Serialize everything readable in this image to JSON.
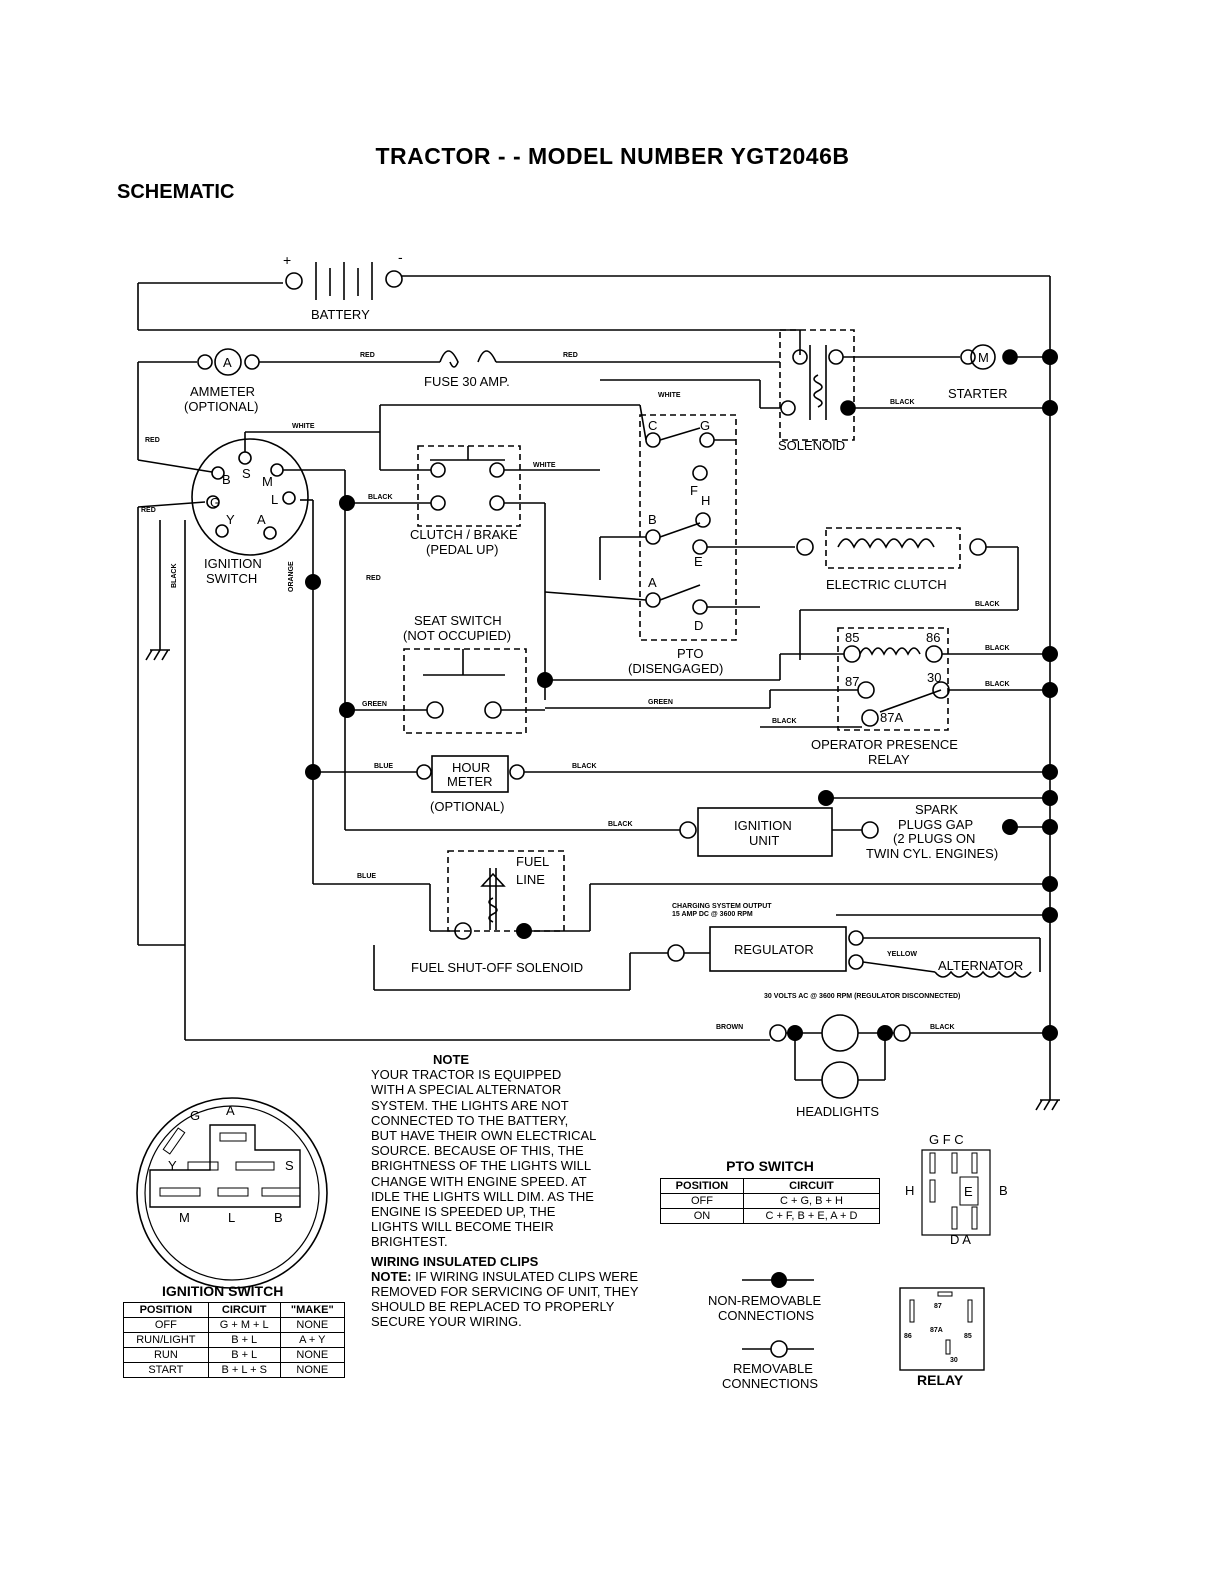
{
  "title": "TRACTOR - - MODEL NUMBER YGT2046B",
  "subtitle": "SCHEMATIC",
  "components": {
    "battery": "BATTERY",
    "battery_plus": "+",
    "battery_minus": "-",
    "ammeter_symbol": "A",
    "ammeter": "AMMETER",
    "ammeter_opt": "(OPTIONAL)",
    "fuse": "FUSE 30 AMP.",
    "starter_symbol": "M",
    "starter": "STARTER",
    "solenoid": "SOLENOID",
    "ignition_switch_1": "IGNITION",
    "ignition_switch_2": "SWITCH",
    "clutch_brake_1": "CLUTCH / BRAKE",
    "clutch_brake_2": "(PEDAL UP)",
    "seat_switch_1": "SEAT SWITCH",
    "seat_switch_2": "(NOT OCCUPIED)",
    "pto_1": "PTO",
    "pto_2": "(DISENGAGED)",
    "electric_clutch": "ELECTRIC CLUTCH",
    "relay_1": "OPERATOR PRESENCE",
    "relay_2": "RELAY",
    "hour_meter_1": "HOUR",
    "hour_meter_2": "METER",
    "hour_meter_opt": "(OPTIONAL)",
    "ignition_unit_1": "IGNITION",
    "ignition_unit_2": "UNIT",
    "spark_1": "SPARK",
    "spark_2": "PLUGS GAP",
    "spark_3": "(2 PLUGS ON",
    "spark_4": "TWIN CYL. ENGINES)",
    "fuel_line_1": "FUEL",
    "fuel_line_2": "LINE",
    "fuel_solenoid": "FUEL SHUT-OFF SOLENOID",
    "charging_1": "CHARGING SYSTEM OUTPUT",
    "charging_2": "15 AMP DC @ 3600 RPM",
    "regulator": "REGULATOR",
    "alternator": "ALTERNATOR",
    "alternator_note": "30 VOLTS AC @ 3600 RPM (REGULATOR DISCONNECTED)",
    "headlights": "HEADLIGHTS"
  },
  "wires": {
    "red": "RED",
    "white": "WHITE",
    "black": "BLACK",
    "green": "GREEN",
    "blue": "BLUE",
    "orange": "ORANGE",
    "yellow": "YELLOW",
    "brown": "BROWN"
  },
  "terminals": {
    "ign": [
      "B",
      "S",
      "M",
      "G",
      "L",
      "Y",
      "A"
    ],
    "pto": [
      "C",
      "G",
      "F",
      "H",
      "B",
      "E",
      "A",
      "D"
    ],
    "relay": [
      "85",
      "86",
      "87",
      "30",
      "87A"
    ]
  },
  "note": {
    "heading": "NOTE",
    "body": "YOUR TRACTOR IS EQUIPPED WITH A SPECIAL ALTERNATOR SYSTEM. THE LIGHTS ARE NOT CONNECTED TO THE BATTERY, BUT HAVE THEIR OWN ELECTRICAL SOURCE. BECAUSE OF THIS, THE BRIGHTNESS OF THE LIGHTS WILL CHANGE WITH ENGINE SPEED. AT IDLE THE LIGHTS WILL DIM. AS THE ENGINE IS SPEEDED UP, THE LIGHTS WILL BECOME THEIR BRIGHTEST.",
    "clips_heading": "WIRING INSULATED CLIPS",
    "clips_prefix": "NOTE:",
    "clips_body": "IF WIRING INSULATED CLIPS WERE REMOVED FOR SERVICING OF UNIT, THEY SHOULD BE REPLACED TO PROPERLY SECURE YOUR WIRING."
  },
  "ignition_switch_face": {
    "letters": [
      "G",
      "A",
      "Y",
      "S",
      "M",
      "L",
      "B"
    ],
    "label": "IGNITION SWITCH"
  },
  "ignition_table": {
    "headers": [
      "POSITION",
      "CIRCUIT",
      "\"MAKE\""
    ],
    "rows": [
      [
        "OFF",
        "G + M + L",
        "NONE"
      ],
      [
        "RUN/LIGHT",
        "B + L",
        "A + Y"
      ],
      [
        "RUN",
        "B + L",
        "NONE"
      ],
      [
        "START",
        "B + L + S",
        "NONE"
      ]
    ]
  },
  "pto_table": {
    "title": "PTO SWITCH",
    "headers": [
      "POSITION",
      "CIRCUIT"
    ],
    "rows": [
      [
        "OFF",
        "C + G, B + H"
      ],
      [
        "ON",
        "C + F, B + E, A + D"
      ]
    ]
  },
  "pto_face": {
    "top": "G F C",
    "left": "H",
    "right": "B",
    "center": "E",
    "bottom": "D A"
  },
  "legend": {
    "non_removable_1": "NON-REMOVABLE",
    "non_removable_2": "CONNECTIONS",
    "removable_1": "REMOVABLE",
    "removable_2": "CONNECTIONS"
  },
  "relay_face": {
    "pins": [
      "87",
      "86",
      "87A",
      "85",
      "30"
    ],
    "label": "RELAY"
  }
}
